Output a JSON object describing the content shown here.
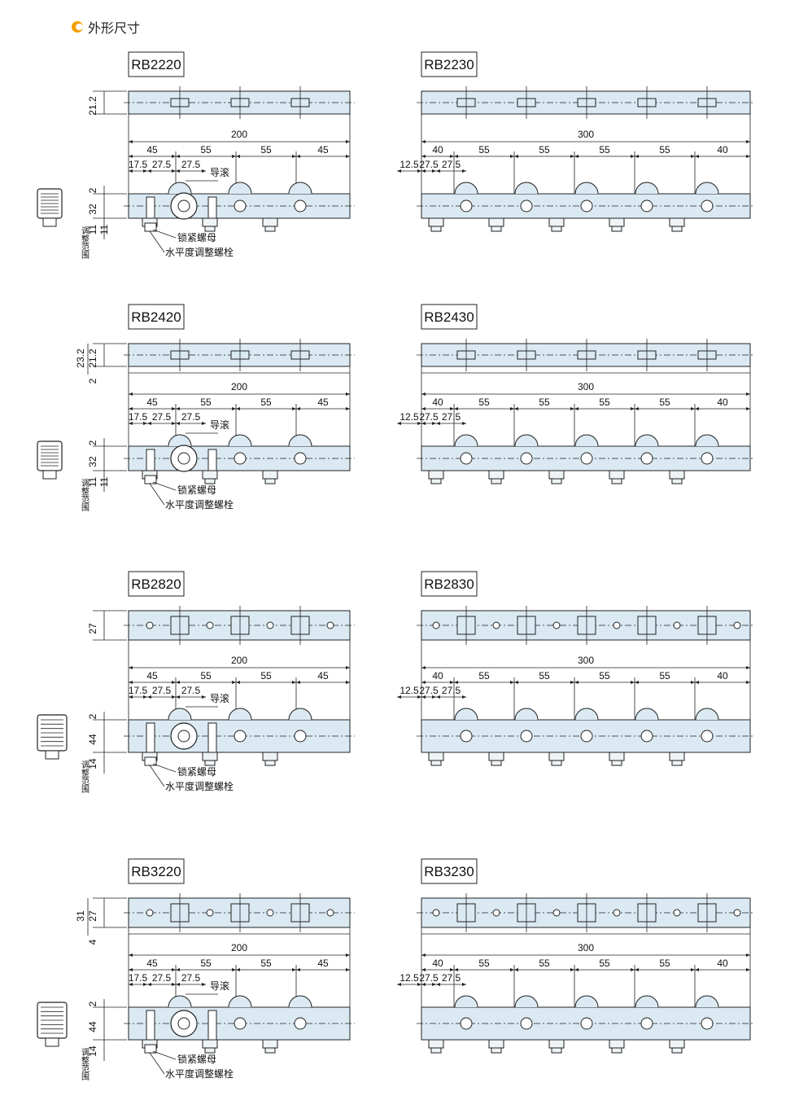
{
  "header": {
    "title": "外形尺寸",
    "bullet_color": "#f5a000"
  },
  "colors": {
    "rail_fill": "#dbe9f3",
    "line": "#222222"
  },
  "label_lock_nut": "锁紧螺母",
  "label_leveling_bolt": "水平度调整螺栓",
  "label_guide_roller": "导滚",
  "label_adjust_range": "调整范围",
  "models": [
    {
      "name": "RB2220",
      "length": "200",
      "top_dims": [
        "21.2"
      ],
      "row_a": [
        "45",
        "55",
        "55",
        "45"
      ],
      "row_b": [
        "17.5",
        "27.5",
        "27.5"
      ],
      "side_dims": [
        "2",
        "32",
        "11",
        "11"
      ]
    },
    {
      "name": "RB2230",
      "length": "300",
      "row_a": [
        "40",
        "55",
        "55",
        "55",
        "55",
        "40"
      ],
      "row_b": [
        "12.5",
        "27.5",
        "27.5"
      ]
    },
    {
      "name": "RB2420",
      "length": "200",
      "top_dims": [
        "23.2",
        "21.2",
        "2"
      ],
      "row_a": [
        "45",
        "55",
        "55",
        "45"
      ],
      "row_b": [
        "17.5",
        "27.5",
        "27.5"
      ],
      "side_dims": [
        "2",
        "32",
        "11",
        "11"
      ]
    },
    {
      "name": "RB2430",
      "length": "300",
      "row_a": [
        "40",
        "55",
        "55",
        "55",
        "55",
        "40"
      ],
      "row_b": [
        "12.5",
        "27.5",
        "27.5"
      ]
    },
    {
      "name": "RB2820",
      "length": "200",
      "top_dims": [
        "27"
      ],
      "row_a": [
        "45",
        "55",
        "55",
        "45"
      ],
      "row_b": [
        "17.5",
        "27.5",
        "27.5"
      ],
      "side_dims": [
        "2",
        "44",
        "14"
      ]
    },
    {
      "name": "RB2830",
      "length": "300",
      "row_a": [
        "40",
        "55",
        "55",
        "55",
        "55",
        "40"
      ],
      "row_b": [
        "12.5",
        "27.5",
        "27.5"
      ]
    },
    {
      "name": "RB3220",
      "length": "200",
      "top_dims": [
        "31",
        "27",
        "4"
      ],
      "row_a": [
        "45",
        "55",
        "55",
        "45"
      ],
      "row_b": [
        "17.5",
        "27.5",
        "27.5"
      ],
      "side_dims": [
        "2",
        "44",
        "14"
      ]
    },
    {
      "name": "RB3230",
      "length": "300",
      "row_a": [
        "40",
        "55",
        "55",
        "55",
        "55",
        "40"
      ],
      "row_b": [
        "12.5",
        "27.5",
        "27.5"
      ]
    }
  ]
}
